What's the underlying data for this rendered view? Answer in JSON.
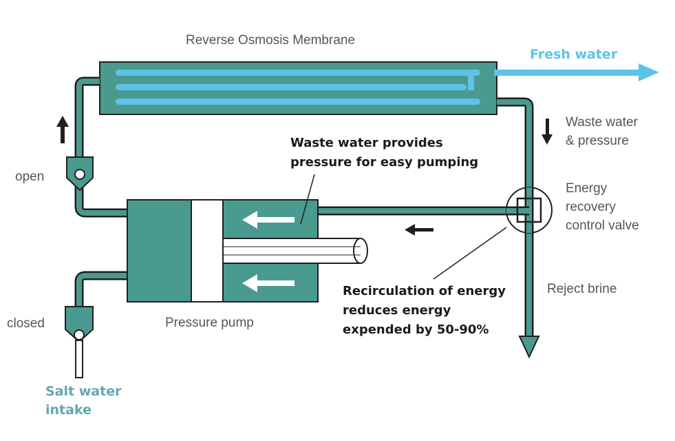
{
  "labels": {
    "membrane": "Reverse Osmosis Membrane",
    "fresh_water": "Fresh water",
    "waste_water_1": "Waste water",
    "waste_water_2": "& pressure",
    "energy_1": "Energy",
    "energy_2": "recovery",
    "energy_3": "control valve",
    "reject_brine": "Reject brine",
    "open": "open",
    "closed": "closed",
    "pressure_pump": "Pressure pump",
    "salt_water_1": "Salt water",
    "salt_water_2": "intake",
    "callout_top_1": "Waste water provides",
    "callout_top_2": "pressure for easy pumping",
    "callout_bottom_1": "Recirculation of energy",
    "callout_bottom_2": "reduces energy",
    "callout_bottom_3": "expended by 50-90%"
  },
  "colors": {
    "teal_fill": "#4a9a90",
    "outline": "#1f1f1f",
    "fresh_water": "#5ec3e9",
    "salt_water_label": "#63a7b0"
  }
}
